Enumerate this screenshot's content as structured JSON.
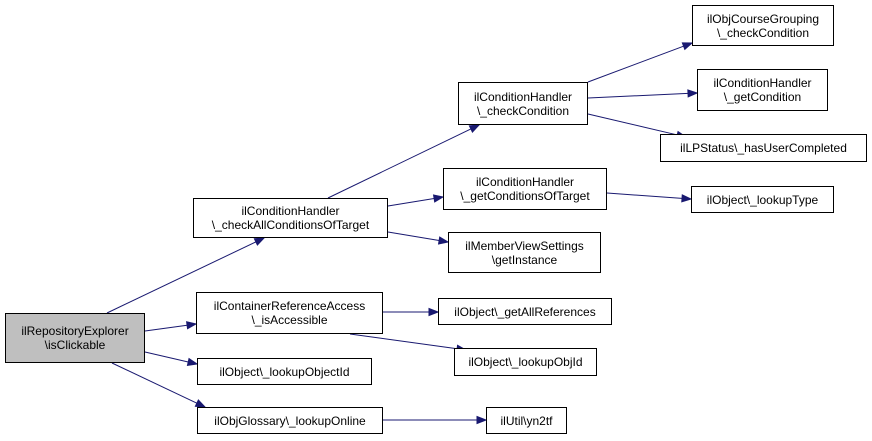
{
  "nodes": {
    "root": [
      "ilRepositoryExplorer",
      "\\isClickable"
    ],
    "checkAll": [
      "ilConditionHandler",
      "\\_checkAllConditionsOfTarget"
    ],
    "containerRef": [
      "ilContainerReferenceAccess",
      "\\_isAccessible"
    ],
    "lookupObjectId": [
      "ilObject\\_lookupObjectId"
    ],
    "glossary": [
      "ilObjGlossary\\_lookupOnline"
    ],
    "checkCond": [
      "ilConditionHandler",
      "\\_checkCondition"
    ],
    "getCondTarget": [
      "ilConditionHandler",
      "\\_getConditionsOfTarget"
    ],
    "memberView": [
      "ilMemberViewSettings",
      "\\getInstance"
    ],
    "getAllRefs": [
      "ilObject\\_getAllReferences"
    ],
    "lookupObjId": [
      "ilObject\\_lookupObjId"
    ],
    "yn2tf": [
      "ilUtil\\yn2tf"
    ],
    "courseGrouping": [
      "ilObjCourseGrouping",
      "\\_checkCondition"
    ],
    "getCondition": [
      "ilConditionHandler",
      "\\_getCondition"
    ],
    "lpStatus": [
      "ilLPStatus\\_hasUserCompleted"
    ],
    "lookupType": [
      "ilObject\\_lookupType"
    ]
  },
  "colors": {
    "edge": "#191970",
    "root_fill": "#bfbfbf",
    "node_fill": "#ffffff",
    "border": "#000000"
  }
}
